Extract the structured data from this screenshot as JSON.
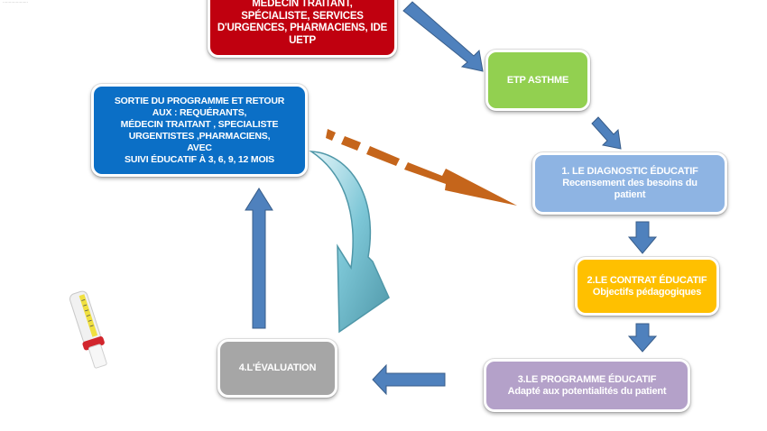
{
  "caption": "·····················",
  "nodes": {
    "referrers": {
      "lines": [
        "MÉDECIN TRAITANT,",
        "SPÉCIALISTE, SERVICES",
        "D'URGENCES, PHARMACIENS, IDE",
        "UETP"
      ],
      "color": "#c0000f"
    },
    "etp": {
      "title": "ETP ASTHME",
      "color": "#92d050"
    },
    "exit": {
      "lines": [
        "SORTIE DU PROGRAMME ET RETOUR",
        "AUX : REQUÉRANTS,",
        "MÉDECIN TRAITANT , SPECIALISTE",
        "URGENTISTES ,PHARMACIENS,",
        "AVEC",
        "SUIVI ÉDUCATIF À 3, 6, 9, 12 MOIS"
      ],
      "color": "#0b6fc6"
    },
    "diagnostic": {
      "title": "1. LE DIAGNOSTIC ÉDUCATIF",
      "subtitle_lines": [
        "Recensement des besoins du",
        "patient"
      ],
      "color": "#8eb4e3"
    },
    "contrat": {
      "title": "2.LE CONTRAT ÉDUCATIF",
      "subtitle": "Objectifs pédagogiques",
      "color": "#ffc000"
    },
    "programme": {
      "title": "3.LE PROGRAMME ÉDUCATIF",
      "subtitle": "Adapté aux potentialités du patient",
      "color": "#b4a1c9"
    },
    "evaluation": {
      "title": "4.L'ÉVALUATION",
      "color": "#a6a6a6"
    }
  },
  "edges": [
    {
      "from": "referrers",
      "to": "etp",
      "style": "solid-blue"
    },
    {
      "from": "etp",
      "to": "diagnostic",
      "style": "solid-blue"
    },
    {
      "from": "diagnostic",
      "to": "contrat",
      "style": "solid-blue"
    },
    {
      "from": "contrat",
      "to": "programme",
      "style": "solid-blue"
    },
    {
      "from": "programme",
      "to": "evaluation",
      "style": "solid-blue"
    },
    {
      "from": "evaluation",
      "to": "exit",
      "style": "solid-blue"
    },
    {
      "from": "exit",
      "to": "diagnostic",
      "style": "dashed-orange"
    },
    {
      "from": "exit",
      "to": "evaluation",
      "style": "curved-teal"
    }
  ],
  "colors": {
    "arrow_blue": "#4f81bd",
    "arrow_orange": "#c5651b",
    "arrow_teal": "#6fbfcf"
  }
}
